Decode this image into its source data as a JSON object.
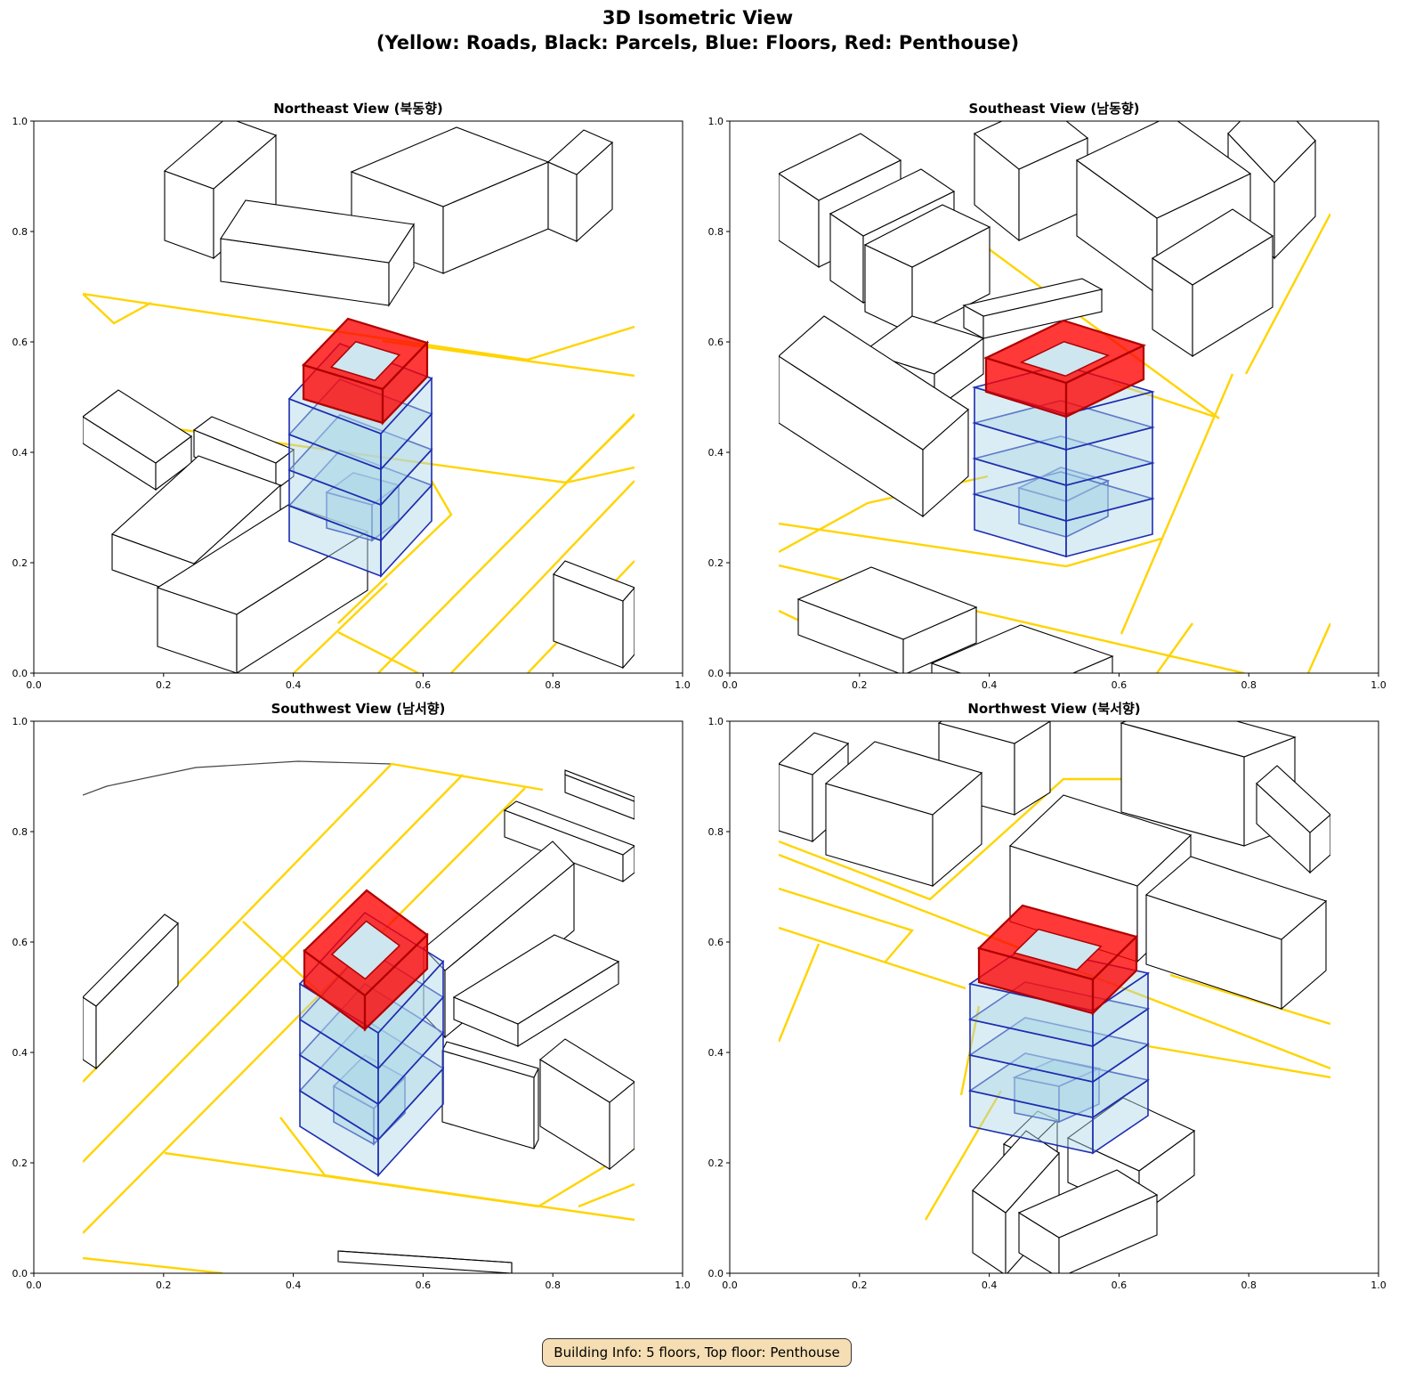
{
  "chart_data": {
    "type": "3d-isometric",
    "title_line1": "3D Isometric View",
    "title_line2": "(Yellow: Roads, Black: Parcels, Blue: Floors, Red: Penthouse)",
    "colors": {
      "roads": "#ffd400",
      "parcels": "#000000",
      "floors": "#add8e6",
      "floor_edges": "#1f2db0",
      "penthouse": "#ff0000"
    },
    "panels": [
      {
        "title": "Northeast View (북동향)",
        "xlim": [
          0,
          1
        ],
        "ylim": [
          0,
          1
        ]
      },
      {
        "title": "Southeast View (남동향)",
        "xlim": [
          0,
          1
        ],
        "ylim": [
          0,
          1
        ]
      },
      {
        "title": "Southwest View (남서향)",
        "xlim": [
          0,
          1
        ],
        "ylim": [
          0,
          1
        ]
      },
      {
        "title": "Northwest View (북서향)",
        "xlim": [
          0,
          1
        ],
        "ylim": [
          0,
          1
        ]
      }
    ],
    "xticks": [
      "0.0",
      "0.2",
      "0.4",
      "0.6",
      "0.8",
      "1.0"
    ],
    "yticks": [
      "0.0",
      "0.2",
      "0.4",
      "0.6",
      "0.8",
      "1.0"
    ],
    "building": {
      "floors": 5,
      "top_floor": "Penthouse"
    }
  },
  "info_box": "Building Info: 5 floors, Top floor: Penthouse"
}
